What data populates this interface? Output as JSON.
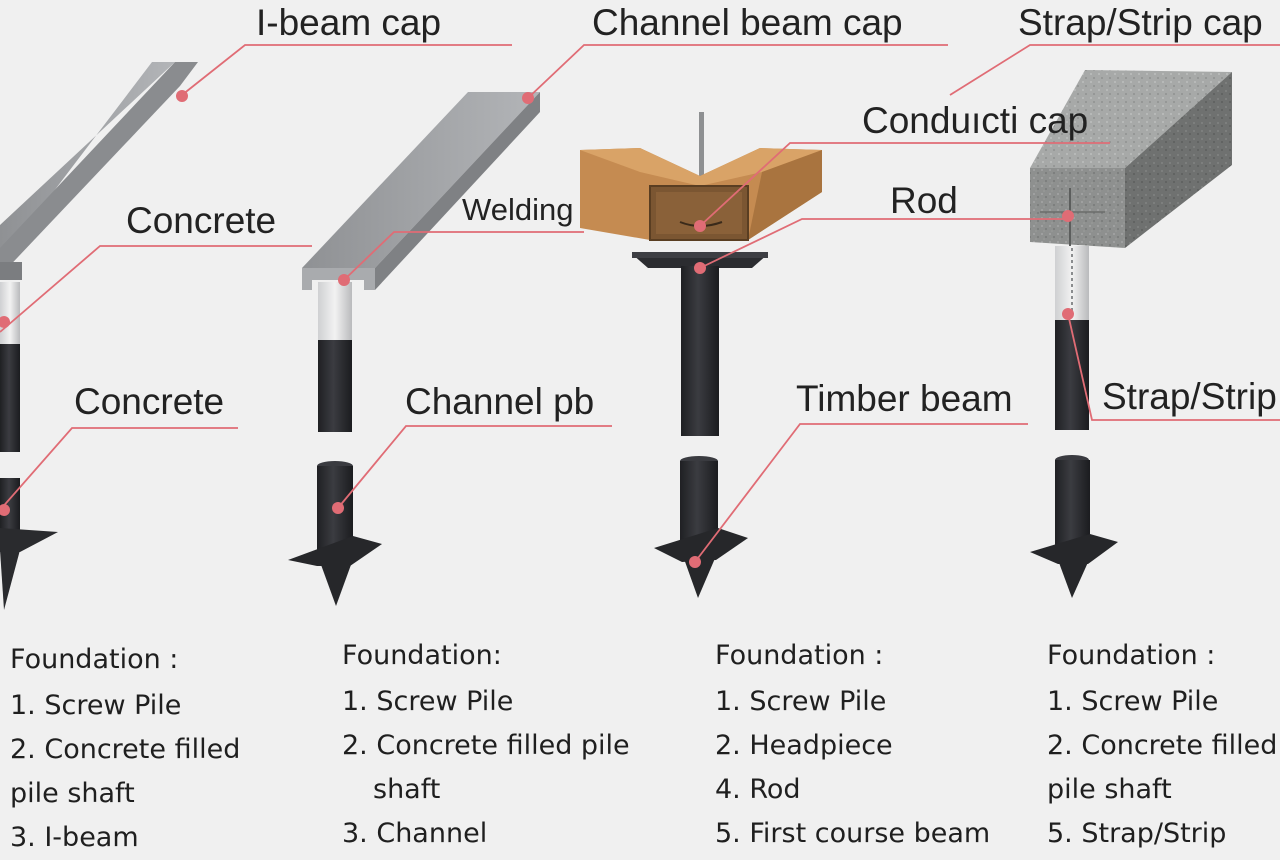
{
  "callouts": {
    "ibeam_cap": "I-beam cap",
    "channel_beam_cap": "Channel beam cap",
    "strap_strip_cap": "Strap/Strip cap",
    "conducti_cap": "Conduıcti cap",
    "concrete_upper": "Concrete",
    "welding": "Welding",
    "rod": "Rod",
    "concrete_lower": "Concrete",
    "channel_pb": "Channel pb",
    "timber_beam": "Timber beam",
    "strap_strip": "Strap/Strip"
  },
  "columns": [
    {
      "heading": "Foundation :",
      "items": [
        "1. Screw Pile",
        "2. Concrete filled",
        "pile shaft",
        "3. I-beam"
      ]
    },
    {
      "heading": "Foundation:",
      "items": [
        "1. Screw Pile",
        "2. Concrete filled pile",
        "shaft",
        "3. Channel"
      ]
    },
    {
      "heading": "Foundation :",
      "items": [
        "1. Screw Pile",
        "2. Headpiece",
        "4. Rod",
        "5. First course beam"
      ]
    },
    {
      "heading": "Foundation :",
      "items": [
        "1. Screw Pile",
        "2. Concrete filled",
        "pile shaft",
        "5. Strap/Strip"
      ]
    }
  ],
  "colors": {
    "background": "#f0f0f0",
    "leader_line": "#e06c75",
    "leader_dot": "#e06c75",
    "pile": "#2e2f33",
    "steel": "#9a9c9f",
    "timber": "#c98d52",
    "concrete_block": "#8d8f8e"
  }
}
